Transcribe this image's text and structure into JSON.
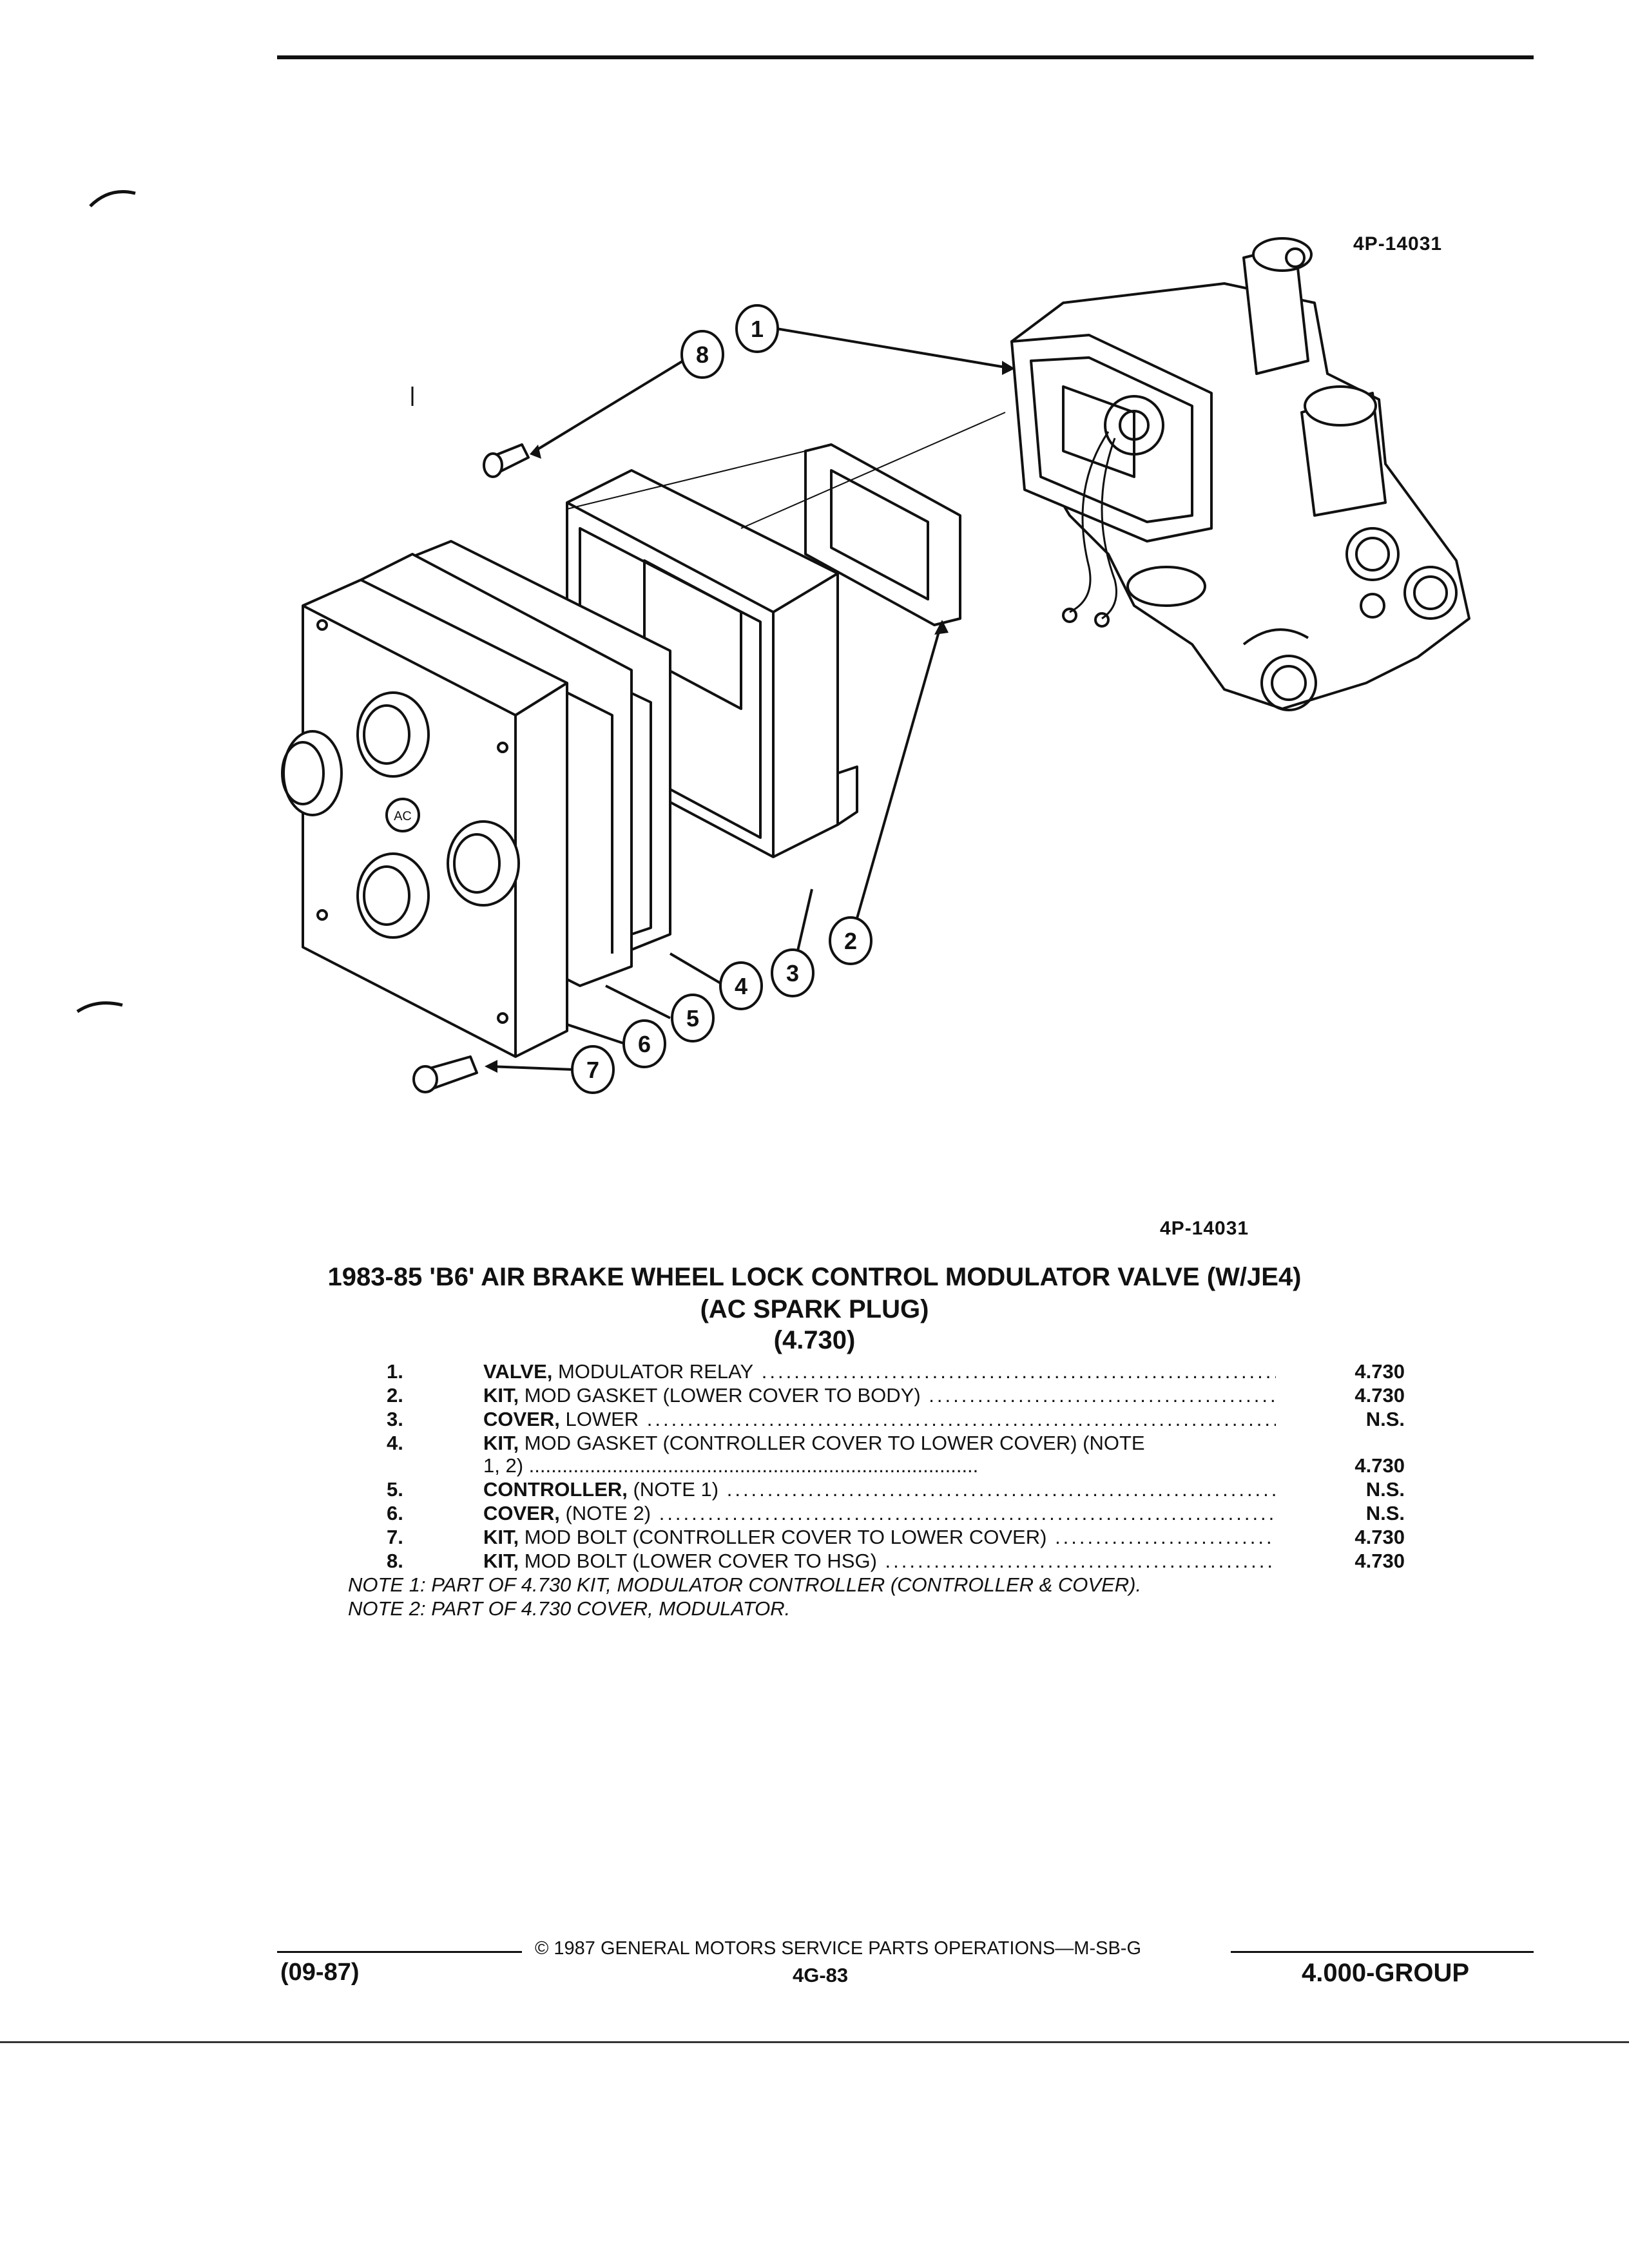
{
  "figure": {
    "id_top": "4P-14031",
    "id_bottom": "4P-14031",
    "diagram_mark": "AC",
    "callouts": [
      "1",
      "2",
      "3",
      "4",
      "5",
      "6",
      "7",
      "8"
    ]
  },
  "title": {
    "line1": "1983-85 'B6' AIR BRAKE WHEEL LOCK CONTROL MODULATOR VALVE (W/JE4)",
    "line2": "(AC SPARK PLUG)",
    "line3": "(4.730)"
  },
  "parts": [
    {
      "num": "1.",
      "name": "VALVE,",
      "detail": " MODULATOR RELAY",
      "ref": "4.730"
    },
    {
      "num": "2.",
      "name": "KIT,",
      "detail": " MOD GASKET (LOWER COVER TO BODY)",
      "ref": "4.730"
    },
    {
      "num": "3.",
      "name": "COVER,",
      "detail": " LOWER",
      "ref": "N.S."
    },
    {
      "num": "4.",
      "name": "KIT,",
      "detail": " MOD GASKET (CONTROLLER COVER TO LOWER COVER) (NOTE",
      "detail2": "1, 2)",
      "ref": "4.730"
    },
    {
      "num": "5.",
      "name": "CONTROLLER,",
      "detail": " (NOTE 1)",
      "ref": "N.S."
    },
    {
      "num": "6.",
      "name": "COVER,",
      "detail": " (NOTE 2)",
      "ref": "N.S."
    },
    {
      "num": "7.",
      "name": "KIT,",
      "detail": " MOD BOLT (CONTROLLER COVER TO LOWER COVER)",
      "ref": "4.730"
    },
    {
      "num": "8.",
      "name": "KIT,",
      "detail": " MOD BOLT (LOWER COVER TO HSG)",
      "ref": "4.730"
    }
  ],
  "notes": {
    "note1": "NOTE 1: PART OF 4.730 KIT, MODULATOR CONTROLLER (CONTROLLER & COVER).",
    "note2": "NOTE 2: PART OF 4.730 COVER, MODULATOR."
  },
  "footer": {
    "copyright": "© 1987 GENERAL MOTORS SERVICE PARTS OPERATIONS—M-SB-G",
    "date": "(09-87)",
    "page": "4G-83",
    "group": "4.000-GROUP"
  }
}
